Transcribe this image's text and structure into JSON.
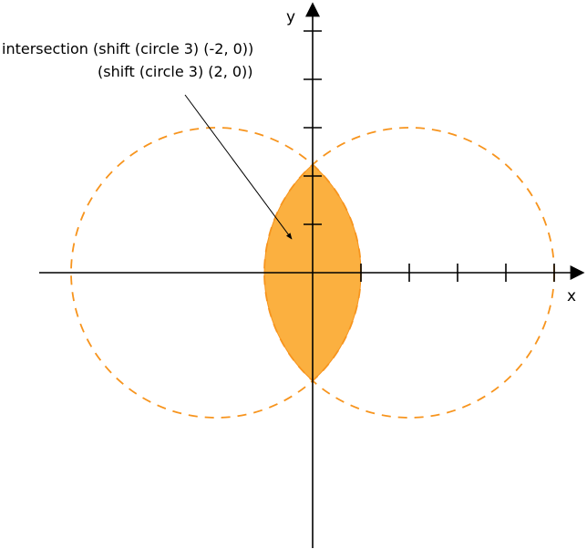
{
  "axes": {
    "x_label": "x",
    "y_label": "y"
  },
  "annotation": {
    "line1": "intersection (shift (circle 3) (-2, 0))",
    "line2": "(shift (circle 3) (2, 0))"
  },
  "shapes": {
    "circle_radius": 3,
    "circle_left_center": [
      -2,
      0
    ],
    "circle_right_center": [
      2,
      0
    ],
    "x_ticks": [
      1,
      2,
      3,
      4,
      5
    ],
    "y_ticks": [
      1,
      2,
      3,
      4,
      5
    ]
  },
  "colors": {
    "fill": "#fbb040",
    "stroke": "#f7941d",
    "axis": "#000000"
  }
}
